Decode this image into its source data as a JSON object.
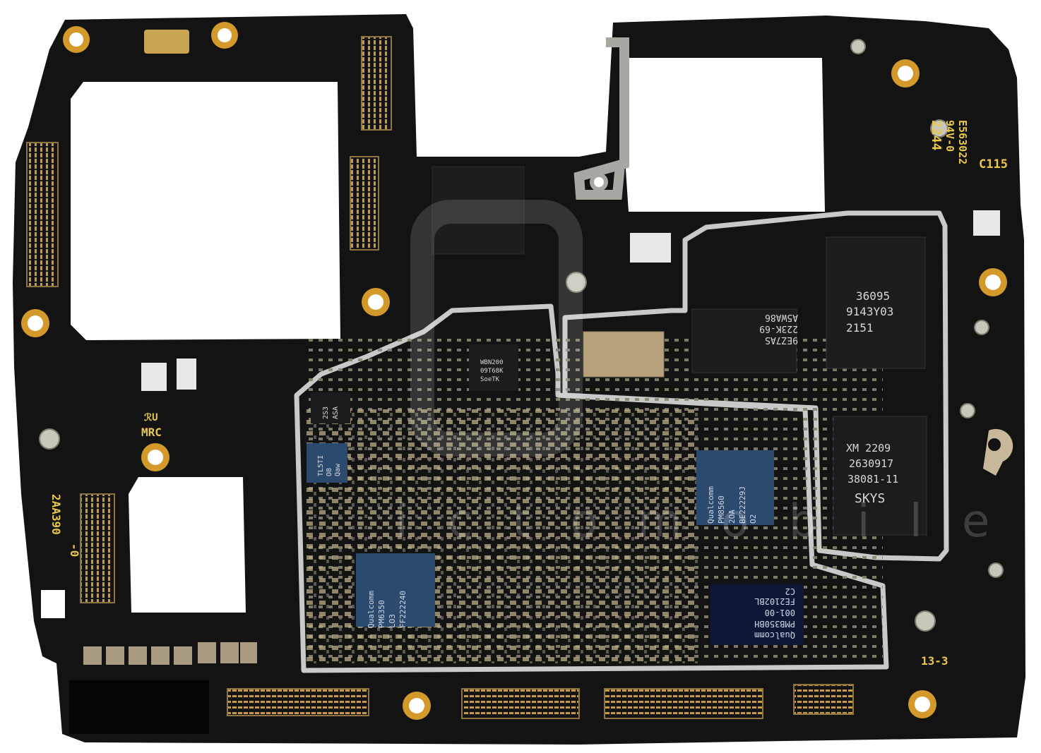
{
  "image": {
    "subject": "smartphone-motherboard",
    "colors": {
      "pcb": "#111211",
      "gold": "#d39a2b",
      "shield": "#c9c9c9",
      "chip_dark": "#1b1c1e",
      "chip_blue": "#2c4a6e",
      "silkscreen": "#e8c84a"
    }
  },
  "silkscreen": {
    "code_right": "E563022",
    "rating": "94V-0",
    "date": "2244",
    "cap_label": "C115",
    "ur_mark": "ℛU",
    "mrc": "MRC",
    "board_id": "2AA390",
    "board_rev": "-0",
    "corner_label": "13-3"
  },
  "chips": {
    "memory_main": [
      "36095",
      "9143Y03",
      "2151"
    ],
    "ufs": [
      "XM  2209",
      "2630917",
      "38081-11",
      "SKYS"
    ],
    "rf_mirror": [
      "9EZ7AS",
      "223K-69",
      "A5WA86"
    ],
    "pmic_left": [
      "Qualcomm",
      "PM6350",
      "LO3",
      "FF222240"
    ],
    "pmic_mid": [
      "Qualcomm",
      "PM8560",
      "2OA",
      "BE22229J",
      "O2"
    ],
    "pmic_bottom": [
      "Qualcomm",
      "PMB350BH",
      "001-00",
      "FE2102BL",
      "C2"
    ],
    "wifi": [
      "WBN200",
      "09T68K",
      "SoeTK"
    ],
    "small_a": [
      "2S3",
      "ASA"
    ],
    "small_b": [
      "TL5TI",
      "O8",
      "Qaw"
    ]
  },
  "watermark": {
    "text": "i c t o m o b i l e"
  }
}
